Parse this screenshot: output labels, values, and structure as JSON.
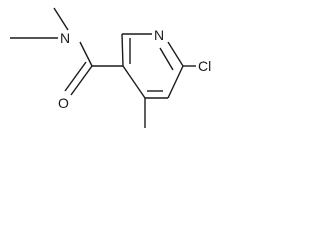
{
  "molecule": {
    "atoms": {
      "n_ring": "N",
      "n_amide": "N",
      "o_carbonyl": "O",
      "cl": "Cl"
    }
  }
}
